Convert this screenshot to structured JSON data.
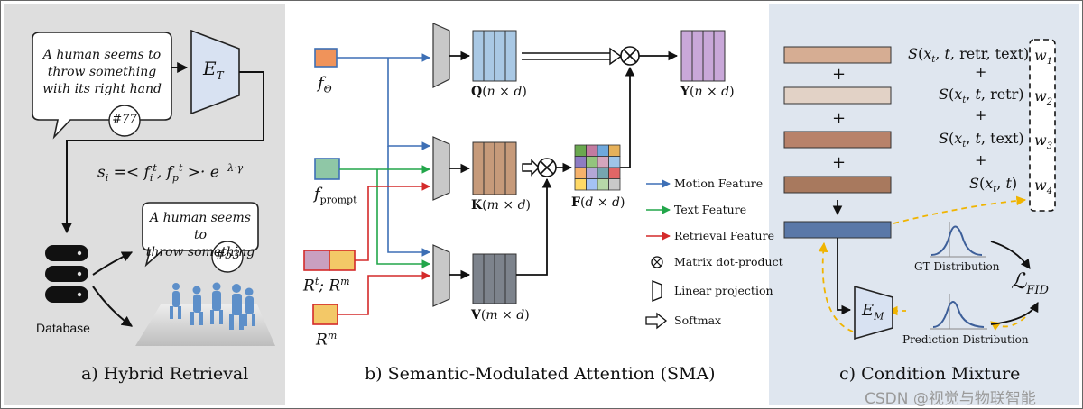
{
  "panels": {
    "a": {
      "title": "a) Hybrid Retrieval",
      "bubble1": [
        "A human seems to",
        "throw something",
        "with its right hand"
      ],
      "badge1": "#77",
      "encoder": "E_T",
      "formula": "s_i =< f_i^t, f_p^t >· e^{−λ·γ}",
      "bubble2": [
        "A human seems to",
        "throw something"
      ],
      "badge2": "#53",
      "database": "Database"
    },
    "b": {
      "title": "b) Semantic-Modulated Attention (SMA)",
      "inputs": [
        "f_Θ",
        "f_prompt",
        "R^t; R^m",
        "R^m"
      ],
      "q_label": "Q(n × d)",
      "k_label": "K(m × d)",
      "v_label": "V(m × d)",
      "f_label": "F(d × d)",
      "y_label": "Y(n × d)",
      "legend": [
        {
          "label": "Motion Feature",
          "color": "#3d6fb5"
        },
        {
          "label": "Text Feature",
          "color": "#22a64a"
        },
        {
          "label": "Retrieval Feature",
          "color": "#d42a2a"
        },
        {
          "label": "Matrix dot-product",
          "icon": "circle-times-icon"
        },
        {
          "label": "Linear projection",
          "icon": "trapezoid-icon"
        },
        {
          "label": "Softmax",
          "icon": "hollow-arrow-icon"
        }
      ]
    },
    "c": {
      "title": "c) Condition Mixture",
      "bars": [
        "#d6ad93",
        "#e2d2c6",
        "#b8826a",
        "#a8795e"
      ],
      "mixed_bar_color": "#5a78a8",
      "plus": "+",
      "scores": [
        "S(x_t, t, retr, text)",
        "S(x_t, t, retr)",
        "S(x_t, t, text)",
        "S(x_t, t)"
      ],
      "weights": [
        "w_1",
        "w_2",
        "w_3",
        "w_4"
      ],
      "encoder": "E_M",
      "gt_dist": "GT Distribution",
      "pred_dist": "Prediction Distribution",
      "loss": "L_FID"
    }
  },
  "watermark": "CSDN @视觉与物联智能"
}
